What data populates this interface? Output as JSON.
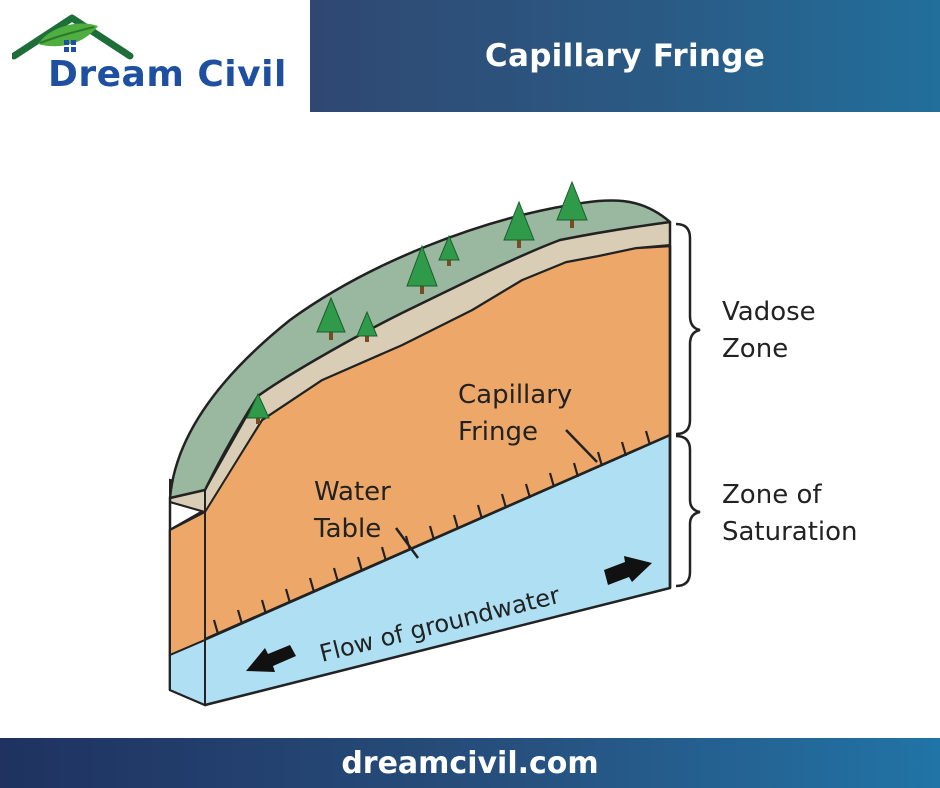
{
  "header": {
    "logo_text": "Dream Civil",
    "title": "Capillary Fringe"
  },
  "diagram": {
    "labels": {
      "vadose_line1": "Vadose",
      "vadose_line2": "Zone",
      "saturation_line1": "Zone of",
      "saturation_line2": "Saturation",
      "capillary_line1": "Capillary",
      "capillary_line2": "Fringe",
      "water_line1": "Water",
      "water_line2": "Table",
      "flow": "Flow of groundwater"
    },
    "colors": {
      "grass": "#9ab7a0",
      "soil_top": "#d9cdb6",
      "vadose": "#eda869",
      "saturation": "#aedff2",
      "tree": "#2e9a4a",
      "tree_trunk": "#7a4a22"
    }
  },
  "footer": {
    "url": "dreamcivil.com"
  }
}
